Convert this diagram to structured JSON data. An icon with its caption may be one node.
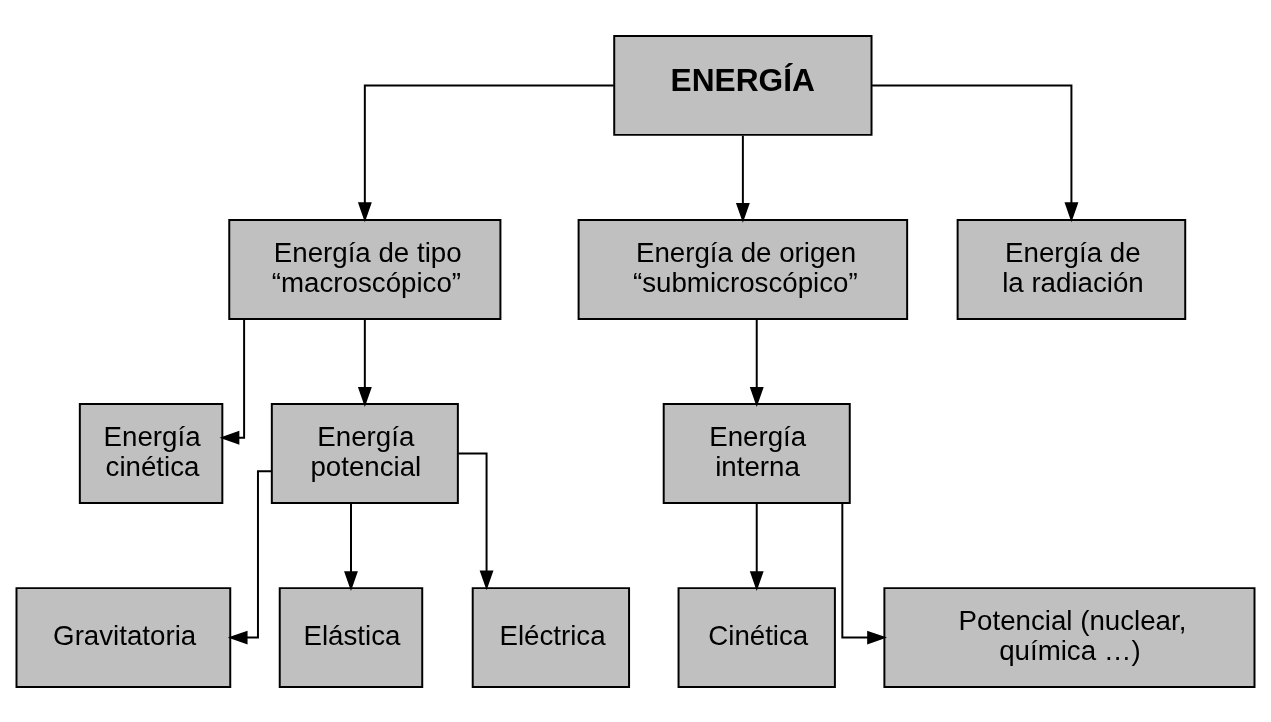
{
  "diagram": {
    "nodes": [
      {
        "text": [
          "ENERGÍA"
        ]
      },
      {
        "text": [
          "Energía de tipo “macroscópico”"
        ]
      },
      {
        "text": [
          "Energía de origen “submicroscópico”"
        ]
      },
      {
        "text": [
          "Energía de la radiación"
        ]
      },
      {
        "text": [
          "Energía cinética"
        ]
      },
      {
        "text": [
          "Energía potencial"
        ]
      },
      {
        "text": [
          "Energía interna"
        ]
      },
      {
        "text": [
          "Gravitatoria"
        ]
      },
      {
        "text": [
          "Elástica"
        ]
      },
      {
        "text": [
          "Eléctrica"
        ]
      },
      {
        "text": [
          "Cinética"
        ]
      },
      {
        "text": [
          "Potencial (nuclear, química …)"
        ]
      }
    ],
    "edges": [
      {
        "from": 0,
        "to": 1,
        "arrow": "to"
      },
      {
        "from": 0,
        "to": 2,
        "arrow": "to"
      },
      {
        "from": 0,
        "to": 3,
        "arrow": "to"
      },
      {
        "from": 1,
        "to": 4,
        "arrow": "to"
      },
      {
        "from": 1,
        "to": 5,
        "arrow": "to"
      },
      {
        "from": 2,
        "to": 6,
        "arrow": "to"
      },
      {
        "from": 5,
        "to": 7,
        "arrow": "to"
      },
      {
        "from": 5,
        "to": 8,
        "arrow": "to"
      },
      {
        "from": 5,
        "to": 9,
        "arrow": "to"
      },
      {
        "from": 6,
        "to": 10,
        "arrow": "to"
      },
      {
        "from": 6,
        "to": 11,
        "arrow": "to"
      }
    ]
  }
}
